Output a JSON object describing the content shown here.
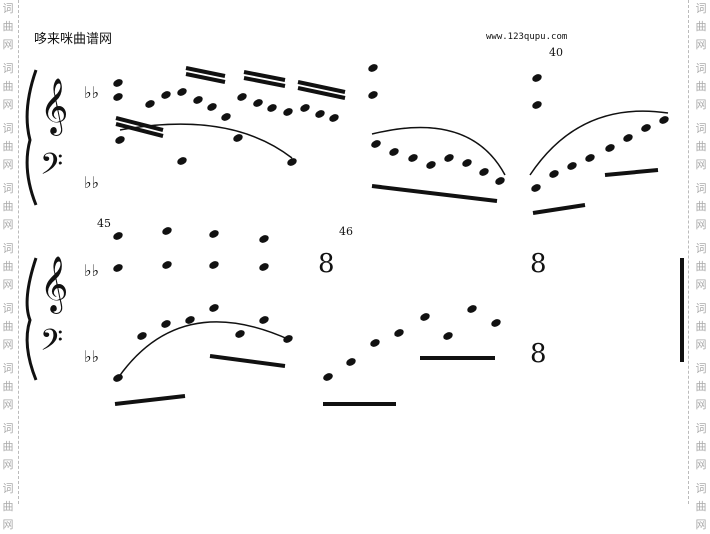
{
  "header": {
    "site_title": "哆来咪曲谱网",
    "site_url": "www.123qupu.com"
  },
  "watermark": {
    "text_chars": [
      "词",
      "曲",
      "网"
    ]
  },
  "score": {
    "measure_numbers": [
      "40",
      "45",
      "46"
    ]
  }
}
